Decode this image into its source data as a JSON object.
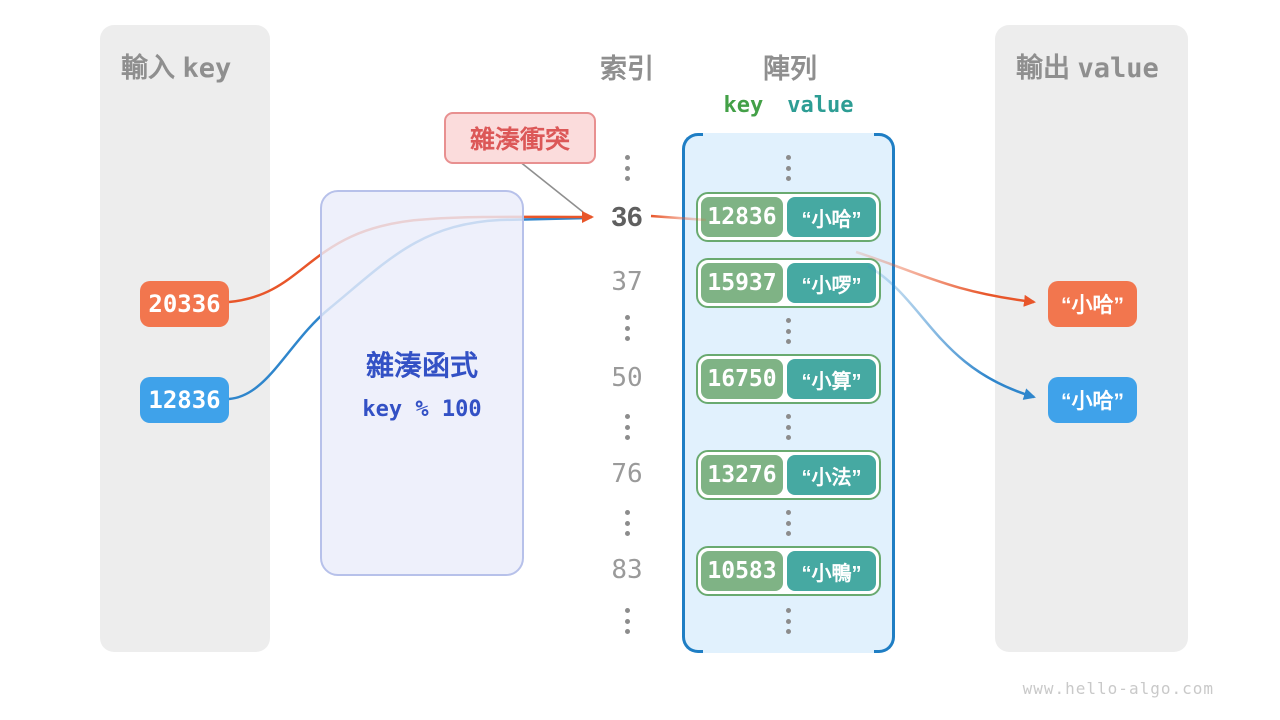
{
  "left_panel": {
    "title_cjk": "輸入",
    "title_latin": "key",
    "keys": [
      "20336",
      "12836"
    ]
  },
  "hash_box": {
    "title": "雜湊函式",
    "formula": "key % 100"
  },
  "callout": {
    "label": "雜湊衝突"
  },
  "index_column": {
    "title": "索引",
    "highlight": "36",
    "items": [
      "⋮",
      "36",
      "37",
      "⋮",
      "50",
      "⋮",
      "76",
      "⋮",
      "83",
      "⋮"
    ]
  },
  "array": {
    "title": "陣列",
    "col_key": "key",
    "col_value": "value",
    "rows": [
      {
        "key": "12836",
        "value": "“小哈”"
      },
      {
        "key": "15937",
        "value": "“小啰”"
      },
      {
        "key": "16750",
        "value": "“小算”"
      },
      {
        "key": "13276",
        "value": "“小法”"
      },
      {
        "key": "10583",
        "value": "“小鴨”"
      }
    ]
  },
  "right_panel": {
    "title_cjk": "輸出",
    "title_latin": "value",
    "outputs": [
      "“小哈”",
      "“小哈”"
    ]
  },
  "watermark": "www.hello-algo.com",
  "colors": {
    "input_orange": "#f2764e",
    "input_blue": "#3fa2ea",
    "arrow_orange": "#e8562a",
    "arrow_blue": "#2f86cc",
    "key_cell_green": "#7fb385",
    "value_cell_teal": "#46a9a2",
    "row_border_green": "#69aa70",
    "array_border_blue": "#1f7ec4",
    "hash_text_blue": "#3351c5",
    "callout_red": "#dc5858",
    "panel_gray": "#ededed"
  }
}
